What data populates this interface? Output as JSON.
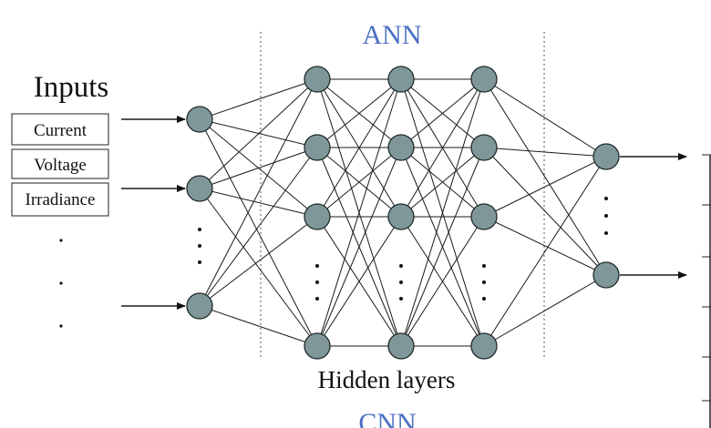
{
  "diagram": {
    "title": "ANN",
    "bottom_title": "CNN",
    "inputs_heading": "Inputs",
    "hidden_layers_label": "Hidden layers",
    "input_labels": [
      "Current",
      "Voltage",
      "Irradiance"
    ],
    "colors": {
      "node_fill": "#7f9798",
      "edge": "#1a1a1a",
      "title": "#4a6fc4",
      "text": "#111111",
      "divider": "#555555"
    }
  }
}
